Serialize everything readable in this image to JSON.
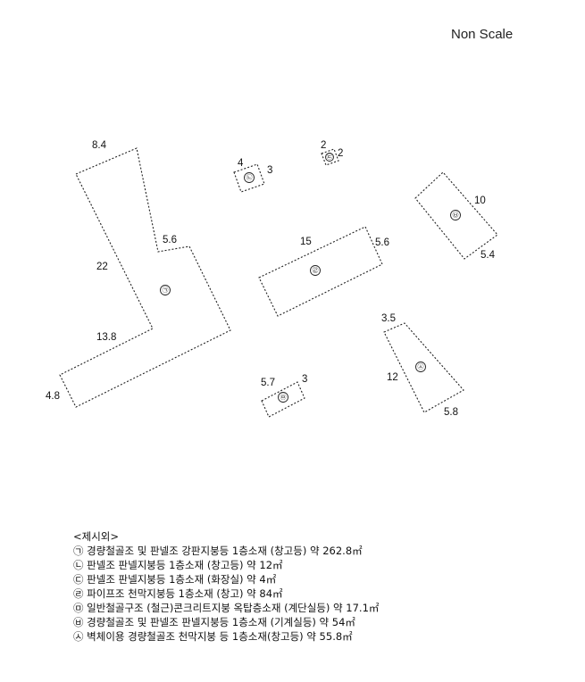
{
  "scale_note": "Non Scale",
  "buildings": [
    {
      "mark": "㉠",
      "dims": [
        "8.4",
        "5.6",
        "22",
        "13.8",
        "4.8"
      ]
    },
    {
      "mark": "㉡",
      "dims": [
        "4",
        "3"
      ]
    },
    {
      "mark": "㉢",
      "dims": [
        "2",
        "2"
      ]
    },
    {
      "mark": "㉣",
      "dims": [
        "15",
        "5.6"
      ]
    },
    {
      "mark": "㉤",
      "dims": [
        "5.7",
        "3"
      ]
    },
    {
      "mark": "㉥",
      "dims": [
        "10",
        "5.4"
      ]
    },
    {
      "mark": "㉦",
      "dims": [
        "3.5",
        "12",
        "5.8"
      ]
    }
  ],
  "legend": {
    "title": "<제시외>",
    "items": [
      "㉠ 경량철골조 및 판넬조 강판지붕등 1층소재 (창고등) 약 262.8㎡",
      "㉡ 판넬조 판넬지붕등 1층소재 (창고등) 약 12㎡",
      "㉢ 판넬조 판넬지붕등 1층소재 (화장실) 약 4㎡",
      "㉣ 파이프조 천막지붕등 1층소재 (창고) 약 84㎡",
      "㉤ 일반철골구조 (철근)콘크리트지붕 옥탑층소재 (계단실등) 약 17.1㎡",
      "㉥ 경량철골조 및 판넬조 판넬지붕등 1층소재 (기계실등) 약 54㎡",
      "㉦ 벽체이용 경량철골조 천막지붕 등 1층소재(창고등) 약 55.8㎡"
    ]
  }
}
